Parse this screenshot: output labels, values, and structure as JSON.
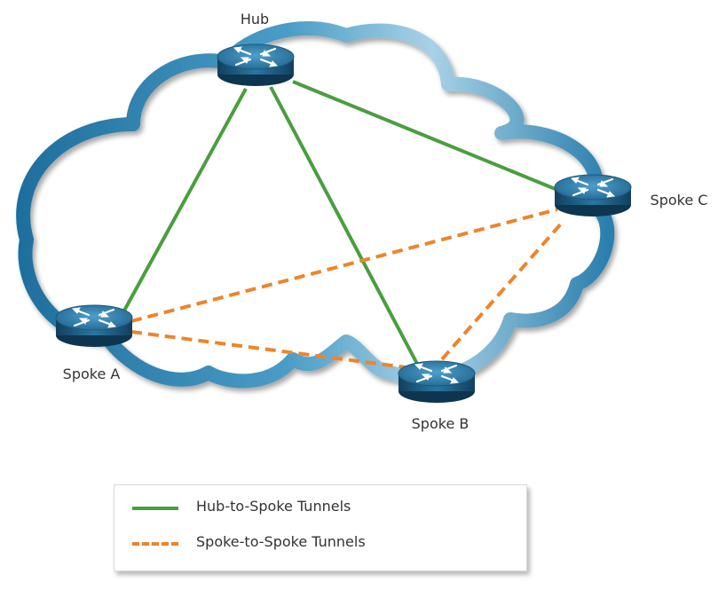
{
  "nodes": {
    "hub": "Hub",
    "spoke_a": "Spoke A",
    "spoke_b": "Spoke B",
    "spoke_c": "Spoke C"
  },
  "legend": {
    "hub_to_spoke": "Hub-to-Spoke Tunnels",
    "spoke_to_spoke": "Spoke-to-Spoke Tunnels"
  },
  "colors": {
    "hub_to_spoke_line": "#4a9e3f",
    "spoke_to_spoke_line": "#ef8429",
    "cloud": "#2f86b3",
    "router_body": "#1c5f86",
    "router_top": "#3a8cb8"
  },
  "icons": {
    "router": "router-icon"
  }
}
